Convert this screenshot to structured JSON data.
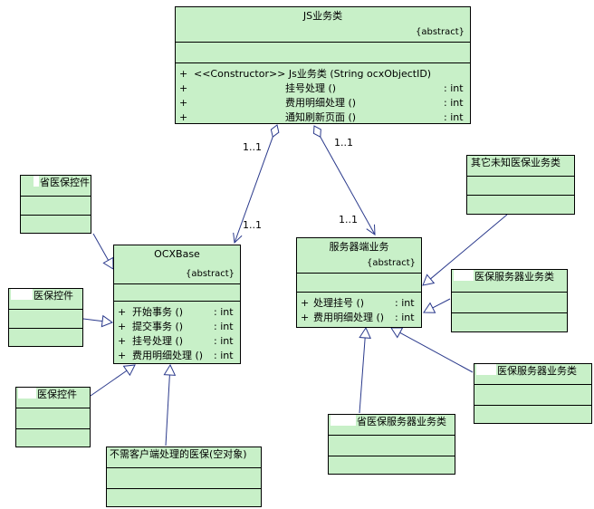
{
  "classes": {
    "js": {
      "name": "JS业务类",
      "stereotype": "{abstract}",
      "operations": [
        {
          "vis": "+",
          "name": "<<Constructor>>    Js业务类 (String ocxObjectID)",
          "ret": ""
        },
        {
          "vis": "+",
          "name": "挂号处理 ()",
          "ret": ": int"
        },
        {
          "vis": "+",
          "name": "费用明细处理 ()",
          "ret": ": int"
        },
        {
          "vis": "+",
          "name": "通知刷新页面 ()",
          "ret": ": int"
        }
      ]
    },
    "ocx": {
      "name": "OCXBase",
      "stereotype": "{abstract}",
      "operations": [
        {
          "vis": "+",
          "name": "开始事务 ()",
          "ret": ": int"
        },
        {
          "vis": "+",
          "name": "提交事务 ()",
          "ret": ": int"
        },
        {
          "vis": "+",
          "name": "挂号处理 ()",
          "ret": ": int"
        },
        {
          "vis": "+",
          "name": "费用明细处理 ()",
          "ret": ": int"
        }
      ]
    },
    "server": {
      "name": "服务器端业务",
      "stereotype": "{abstract}",
      "operations": [
        {
          "vis": "+",
          "name": "处理挂号 ()",
          "ret": ": int"
        },
        {
          "vis": "+",
          "name": "费用明细处理 ()",
          "ret": ": int"
        }
      ]
    },
    "prov_ctrl": {
      "name": "省医保控件"
    },
    "med_ctrl": {
      "name": "医保控件"
    },
    "door_ctrl": {
      "name": "医保控件"
    },
    "no_client": {
      "name": "不需客户端处理的医保(空对象)"
    },
    "other_unknown": {
      "name": "其它未知医保业务类"
    },
    "med_server": {
      "name": "医保服务器业务类"
    },
    "med_server2": {
      "name": "医保服务器业务类"
    },
    "prov_server": {
      "name": "省医保服务器业务类"
    }
  },
  "multiplicities": {
    "js_ocx_src": "1..1",
    "js_ocx_dst": "1..1",
    "js_server_src": "1..1",
    "js_server_dst": "1..1"
  },
  "colors": {
    "class_fill": "#c8f0c8",
    "line": "#2b3a8c",
    "border": "#000000"
  }
}
